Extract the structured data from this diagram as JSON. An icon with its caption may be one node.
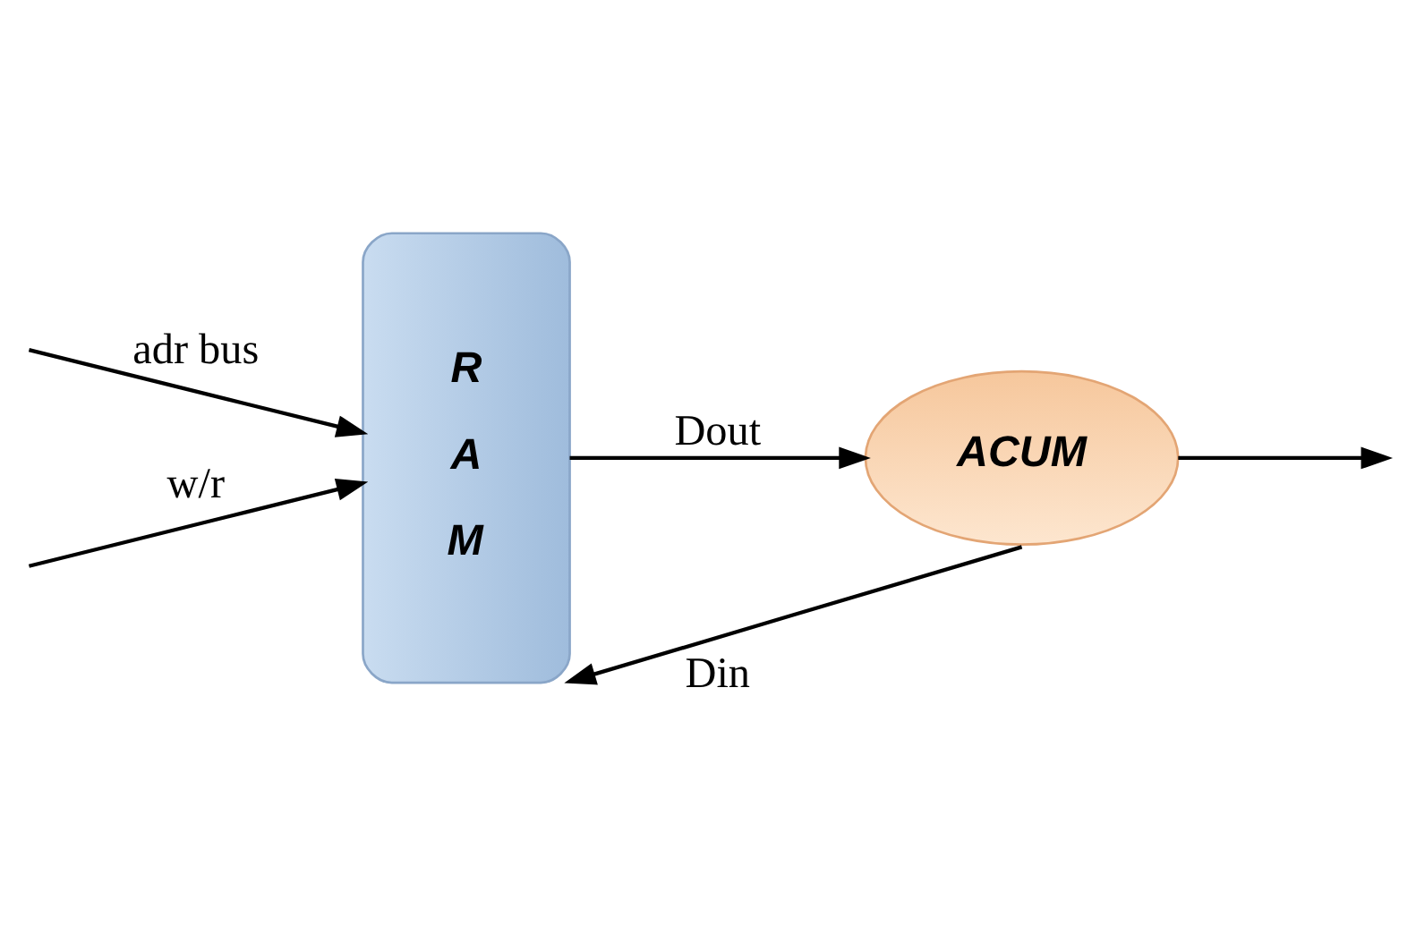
{
  "diagram": {
    "nodes": [
      {
        "text": [
          "R",
          "A",
          "M"
        ]
      },
      {
        "text": [
          "ACUM"
        ]
      }
    ],
    "edges": [
      {
        "from": null,
        "to": 0,
        "arrow": "to",
        "label": "adr bus"
      },
      {
        "from": null,
        "to": 0,
        "arrow": "to",
        "label": "w/r"
      },
      {
        "from": 1,
        "to": 0,
        "arrow": "to",
        "label": "Din"
      },
      {
        "from": 0,
        "to": 1,
        "arrow": "to",
        "label": "Dout"
      },
      {
        "from": 1,
        "to": null,
        "arrow": "to"
      }
    ]
  }
}
